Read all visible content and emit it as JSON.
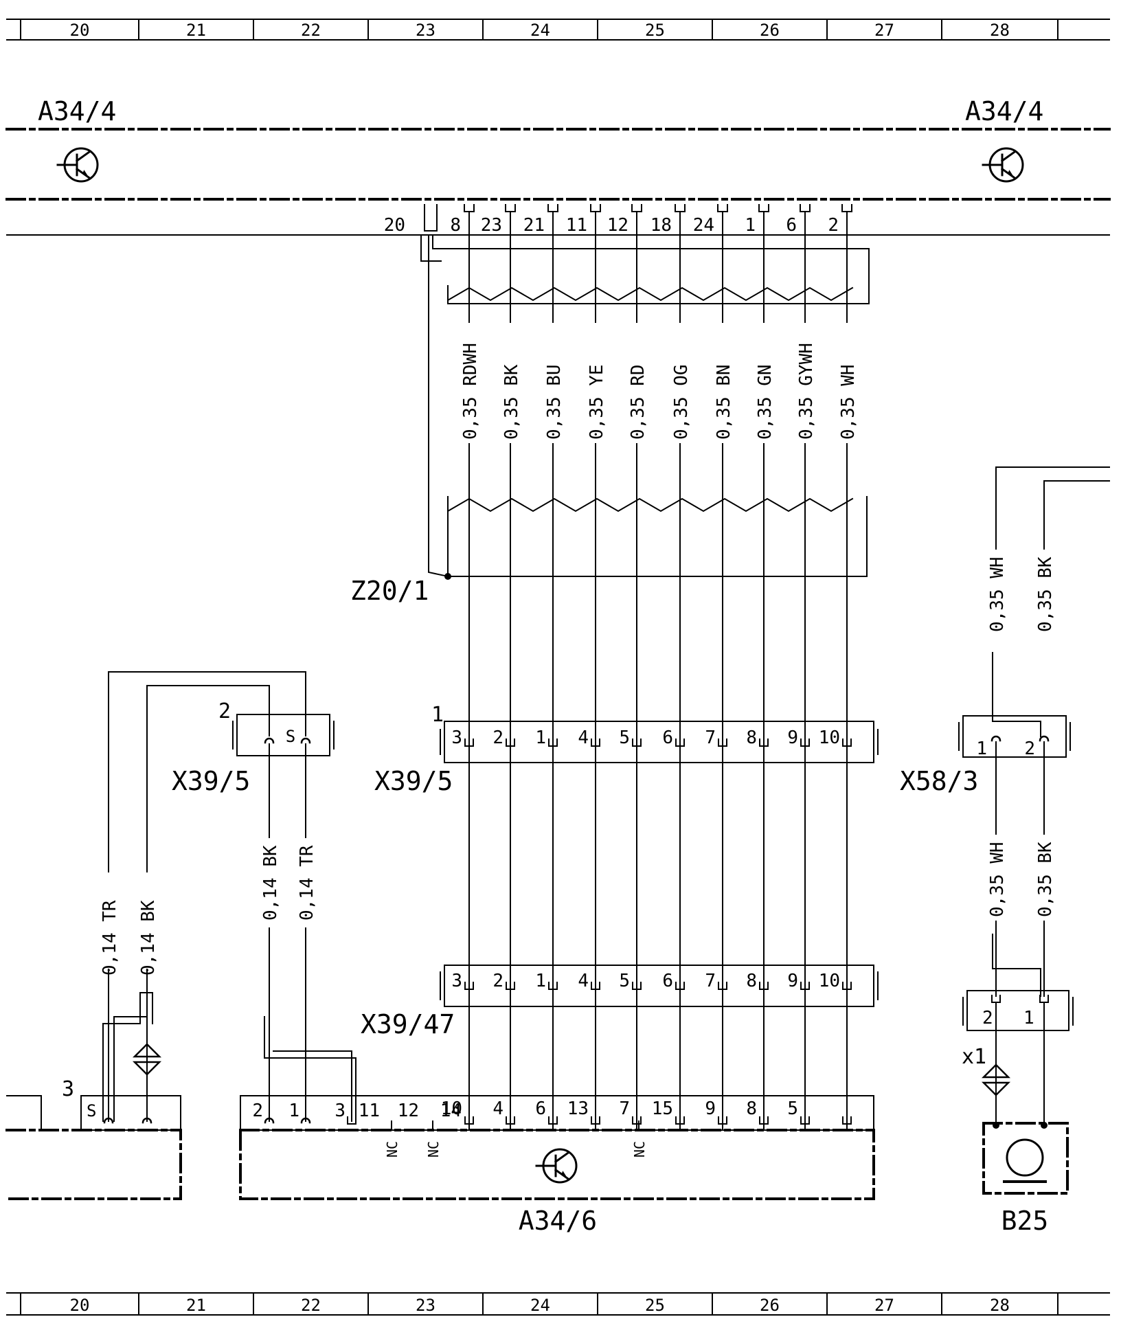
{
  "ruler": {
    "columns": [
      "20",
      "21",
      "22",
      "23",
      "24",
      "25",
      "26",
      "27",
      "28"
    ]
  },
  "components": {
    "a34_4_left": "A34/4",
    "a34_4_right": "A34/4",
    "z20_1": "Z20/1",
    "x39_5_small": "X39/5",
    "x39_5_small_marker": "2",
    "x39_5_small_shield": "S",
    "x39_5_main": "X39/5",
    "x39_5_main_marker": "1",
    "x39_47": "X39/47",
    "x58_3": "X58/3",
    "a34_6": "A34/6",
    "a34_6_left_box_marker": "3",
    "a34_6_left_box_shield": "S",
    "b25": "B25",
    "b25_pin_label": "x1"
  },
  "a34_6_nc_labels": [
    "NC",
    "NC",
    "NC"
  ],
  "bus_wires": [
    {
      "top_pin": "8",
      "color": "0,35 RDWH",
      "x39_pin": "3",
      "a34_6_pin": "10"
    },
    {
      "top_pin": "23",
      "color": "0,35 BK",
      "x39_pin": "2",
      "a34_6_pin": "4"
    },
    {
      "top_pin": "21",
      "color": "0,35 BU",
      "x39_pin": "1",
      "a34_6_pin": "6"
    },
    {
      "top_pin": "11",
      "color": "0,35 YE",
      "x39_pin": "4",
      "a34_6_pin": "13"
    },
    {
      "top_pin": "12",
      "color": "0,35 RD",
      "x39_pin": "5",
      "a34_6_pin": "7"
    },
    {
      "top_pin": "18",
      "color": "0,35 OG",
      "x39_pin": "6",
      "a34_6_pin": "15"
    },
    {
      "top_pin": "24",
      "color": "0,35 BN",
      "x39_pin": "7",
      "a34_6_pin": "9"
    },
    {
      "top_pin": "1",
      "color": "0,35 GN",
      "x39_pin": "8",
      "a34_6_pin": "8"
    },
    {
      "top_pin": "6",
      "color": "0,35 GYWH",
      "x39_pin": "9",
      "a34_6_pin": "5"
    },
    {
      "top_pin": "2",
      "color": "0,35 WH",
      "x39_pin": "10",
      "a34_6_pin": ""
    }
  ],
  "shield_pin": "20",
  "a34_6_extra_pins": [
    "2",
    "1",
    "3",
    "11",
    "12",
    "14"
  ],
  "small_harness_wires": [
    "0,14 BK",
    "0,14 TR"
  ],
  "left_harness_wires": [
    "0,14 TR",
    "0,14 BK"
  ],
  "b25_upper_wires": [
    "0,35 WH",
    "0,35 BK"
  ],
  "b25_lower_wires": [
    "0,35 WH",
    "0,35 BK"
  ],
  "x58_3_pins": [
    "1",
    "2"
  ],
  "b25_connector_pins": [
    "2",
    "1"
  ]
}
